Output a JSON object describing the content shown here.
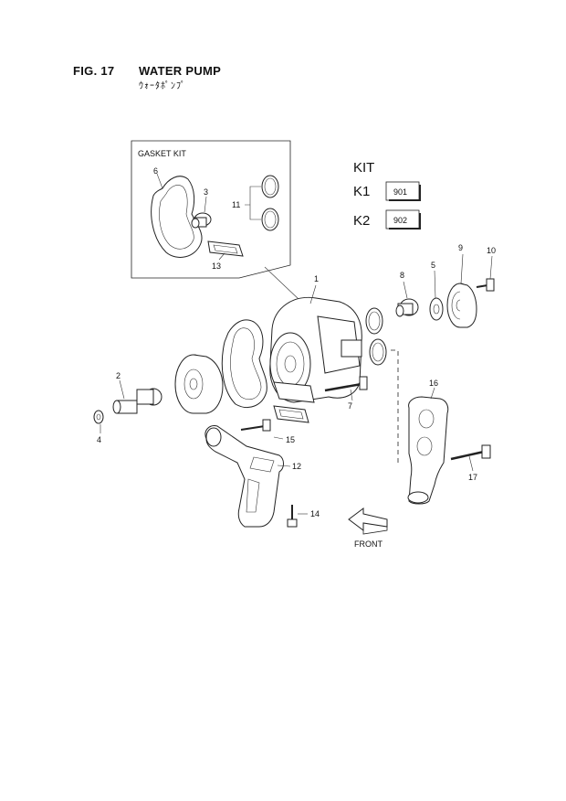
{
  "header": {
    "fig_number": "FIG. 17",
    "title": "WATER PUMP",
    "title_jp": "ｳｫｰﾀﾎﾟﾝﾌﾟ"
  },
  "gasket_kit": {
    "label": "GASKET KIT"
  },
  "kit_table": {
    "heading": "KIT",
    "rows": [
      {
        "kit": "K1",
        "code": "901"
      },
      {
        "kit": "K2",
        "code": "902"
      }
    ]
  },
  "callouts": {
    "c1": "1",
    "c2": "2",
    "c3": "3",
    "c4": "4",
    "c5": "5",
    "c6": "6",
    "c7": "7",
    "c8": "8",
    "c9": "9",
    "c10": "10",
    "c11": "11",
    "c12": "12",
    "c13": "13",
    "c14": "14",
    "c15": "15",
    "c16": "16",
    "c17": "17"
  },
  "front_label": "FRONT"
}
